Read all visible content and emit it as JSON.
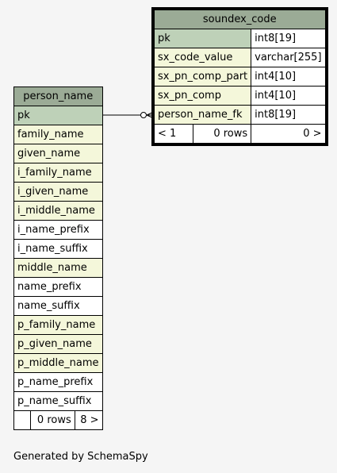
{
  "soundex_code": {
    "name": "soundex_code",
    "columns": [
      {
        "name": "pk",
        "type": "int8[19]",
        "role": "pk"
      },
      {
        "name": "sx_code_value",
        "type": "varchar[255]",
        "role": "col"
      },
      {
        "name": "sx_pn_comp_part",
        "type": "int4[10]",
        "role": "col"
      },
      {
        "name": "sx_pn_comp",
        "type": "int4[10]",
        "role": "col"
      },
      {
        "name": "person_name_fk",
        "type": "int8[19]",
        "role": "col"
      }
    ],
    "footer": {
      "parents": "< 1",
      "rows": "0 rows",
      "children": "0 >"
    }
  },
  "person_name": {
    "name": "person_name",
    "columns": [
      {
        "name": "pk",
        "role": "pk"
      },
      {
        "name": "family_name",
        "role": "fk"
      },
      {
        "name": "given_name",
        "role": "fk"
      },
      {
        "name": "i_family_name",
        "role": "fk"
      },
      {
        "name": "i_given_name",
        "role": "fk"
      },
      {
        "name": "i_middle_name",
        "role": "fk"
      },
      {
        "name": "i_name_prefix",
        "role": "plain"
      },
      {
        "name": "i_name_suffix",
        "role": "plain"
      },
      {
        "name": "middle_name",
        "role": "fk"
      },
      {
        "name": "name_prefix",
        "role": "plain"
      },
      {
        "name": "name_suffix",
        "role": "plain"
      },
      {
        "name": "p_family_name",
        "role": "fk"
      },
      {
        "name": "p_given_name",
        "role": "fk"
      },
      {
        "name": "p_middle_name",
        "role": "fk"
      },
      {
        "name": "p_name_prefix",
        "role": "plain"
      },
      {
        "name": "p_name_suffix",
        "role": "plain"
      }
    ],
    "footer": {
      "parents": "",
      "rows": "0 rows",
      "children": "8 >"
    }
  },
  "generated_by": "Generated by SchemaSpy",
  "colors": {
    "header": "#9bab96",
    "pk_cell": "#bed1b8",
    "highlight_cell": "#f4f7da",
    "background": "#f5f5f5"
  }
}
